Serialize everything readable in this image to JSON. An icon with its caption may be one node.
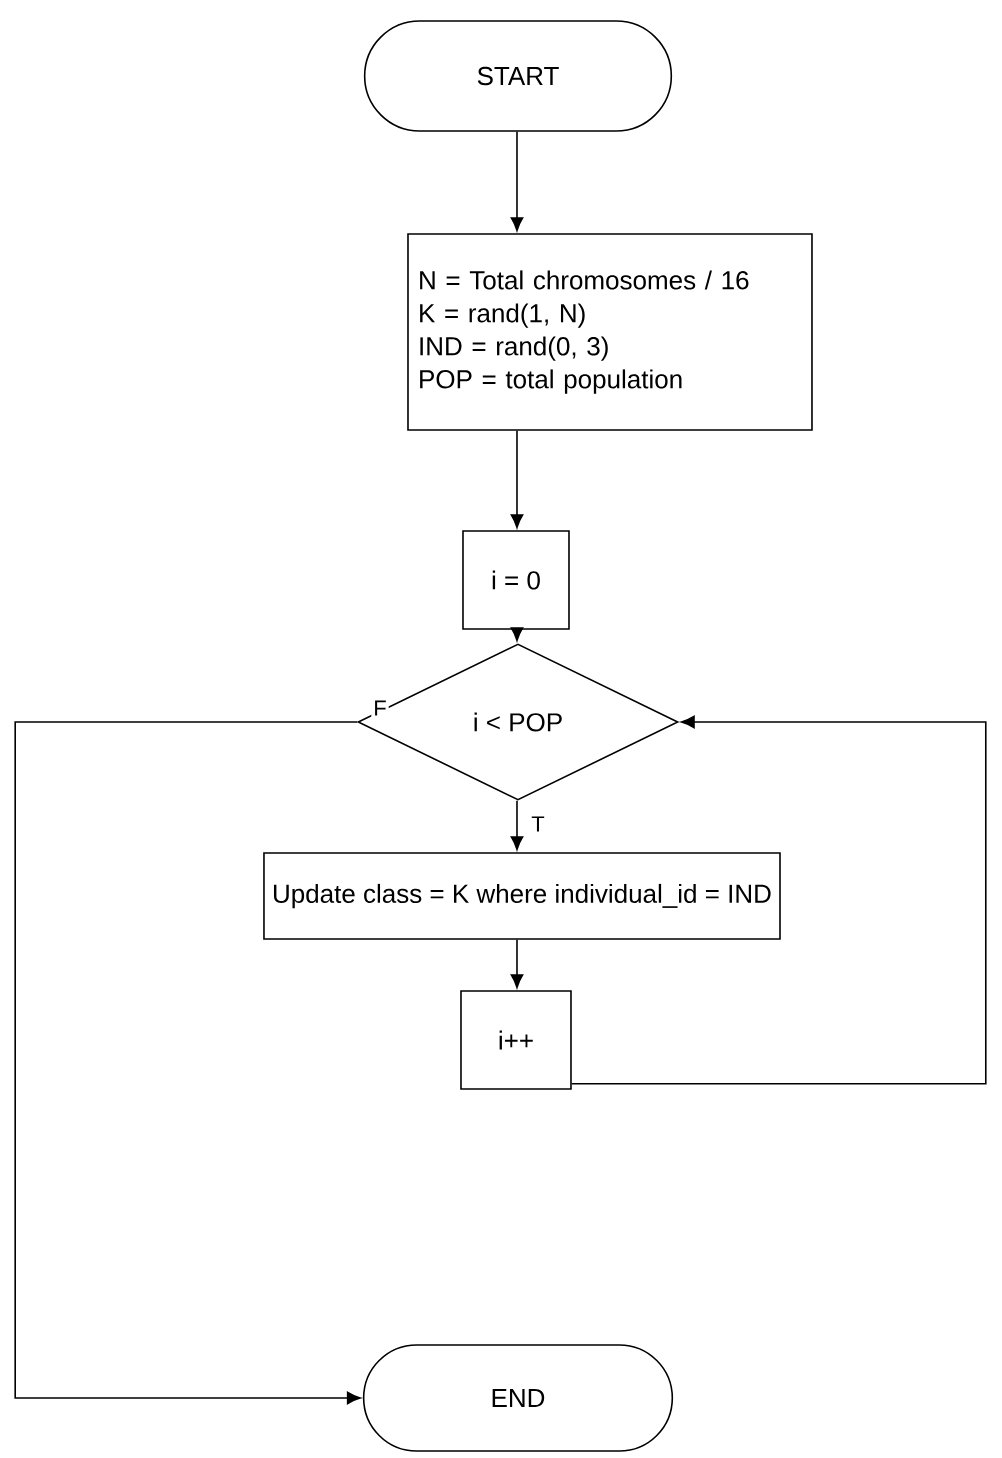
{
  "diagram": {
    "nodes": [
      {
        "text": [
          "START"
        ]
      },
      {
        "text": [
          "N = Total chromosomes / 16",
          "K = rand(1, N)",
          "IND = rand(0, 3)",
          "POP = total population"
        ]
      },
      {
        "text": [
          "i = 0"
        ]
      },
      {
        "text": [
          "i < POP"
        ]
      },
      {
        "text": [
          "Update class = K where individual_id = IND"
        ]
      },
      {
        "text": [
          "i++"
        ]
      },
      {
        "text": [
          "END"
        ]
      }
    ],
    "edges": [
      {
        "from": 0,
        "to": 1,
        "arrow": "to"
      },
      {
        "from": 1,
        "to": 2,
        "arrow": "to"
      },
      {
        "from": 2,
        "to": 3,
        "arrow": "to"
      },
      {
        "from": 3,
        "to": 4,
        "arrow": "to",
        "label": "T"
      },
      {
        "from": 4,
        "to": 5,
        "arrow": "to"
      },
      {
        "from": 5,
        "to": 3,
        "arrow": "to"
      },
      {
        "from": 3,
        "to": 6,
        "arrow": "to",
        "label": "F"
      }
    ]
  }
}
